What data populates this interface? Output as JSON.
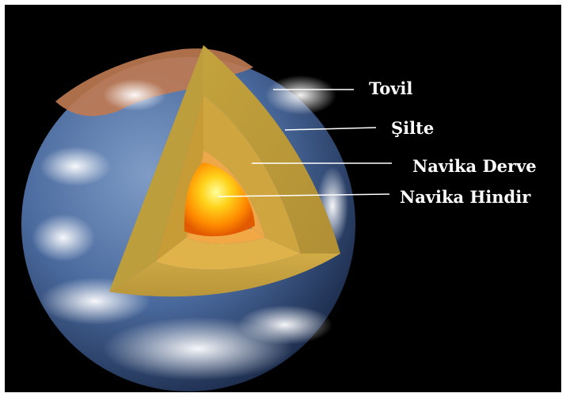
{
  "labels": {
    "crust": "Tovil",
    "mantle": "Şilte",
    "outer_core": "Navika Derve",
    "inner_core": "Navika Hindir"
  },
  "colors": {
    "background": "#000000",
    "ocean": "#3b5f9a",
    "land": "#c8784e",
    "crust": "#c9a83d",
    "mantle": "#d6a137",
    "outer_core": "#f0a23a",
    "inner_core": "#ff8a00",
    "leader_line": "#ffffff"
  }
}
